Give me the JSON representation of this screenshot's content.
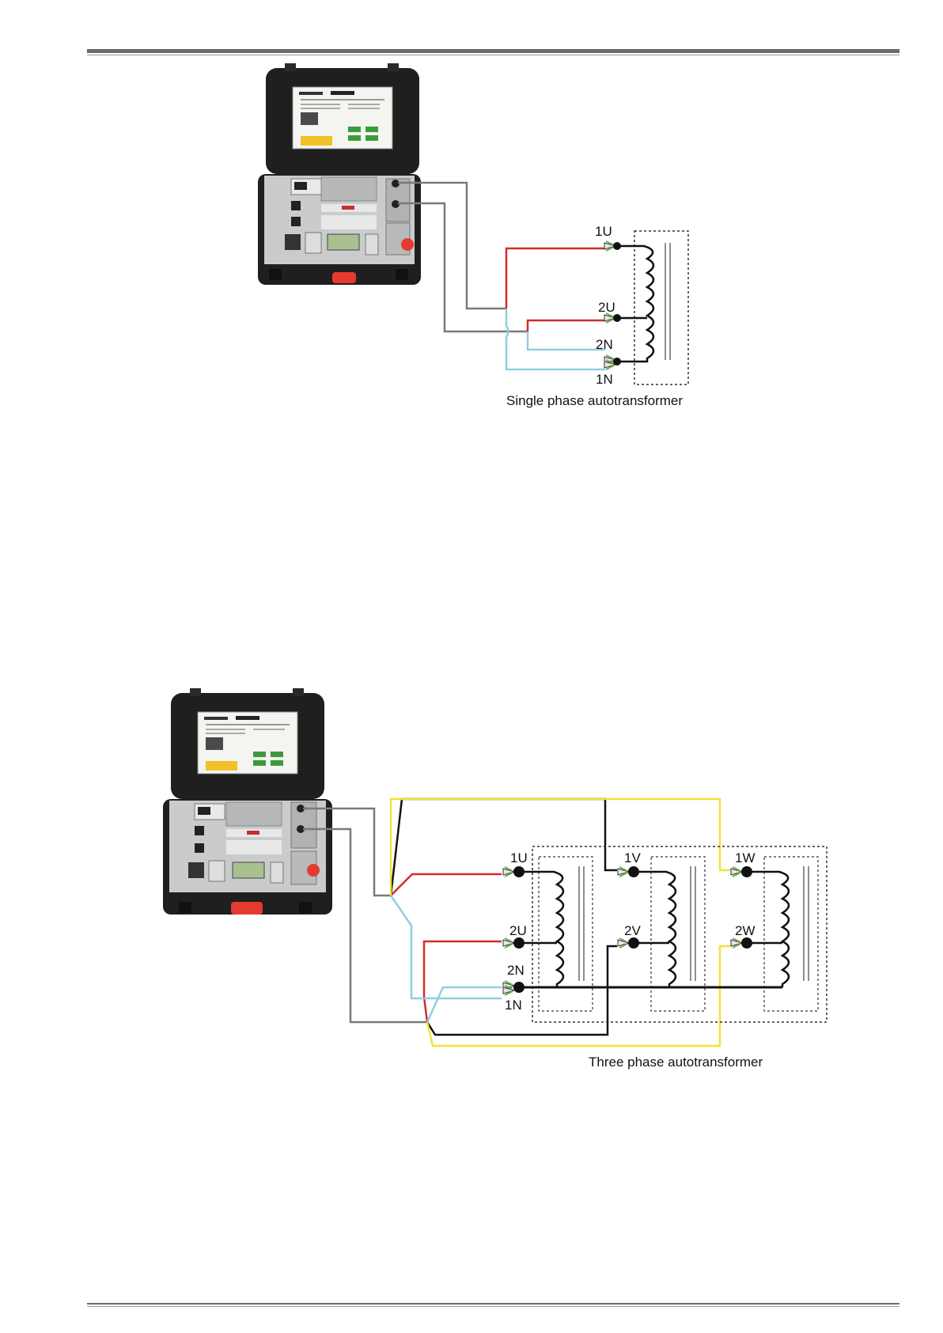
{
  "diagram1": {
    "caption": "Single phase autotransformer",
    "terminals": {
      "t1u": "1U",
      "t2u": "2U",
      "t2n": "2N",
      "t1n": "1N"
    }
  },
  "diagram2": {
    "caption": "Three phase autotransformer",
    "terminals": {
      "t1u": "1U",
      "t2u": "2U",
      "t2n": "2N",
      "t1n": "1N",
      "t1v": "1V",
      "t2v": "2V",
      "t1w": "1W",
      "t2w": "2W"
    }
  },
  "colors": {
    "red_lead": "#d42a2a",
    "blue_lead": "#8fcfe0",
    "grey_lead": "#7a7a7a",
    "black_lead": "#111111",
    "yellow_lead": "#f2e23a",
    "case": "#1f1f1f",
    "panel": "#c9cbcc",
    "emergency_button": "#e53a2f"
  }
}
